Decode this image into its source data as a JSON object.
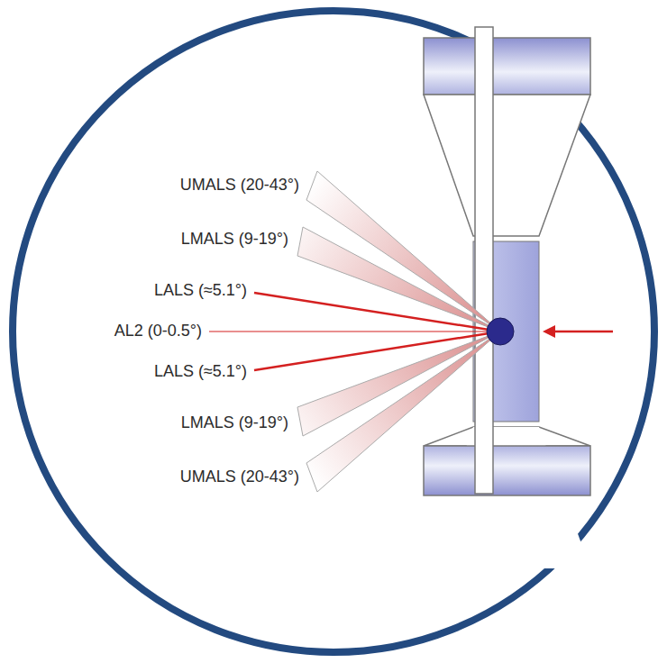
{
  "diagram": {
    "labels": [
      "UMALS (20-43°)",
      "LMALS (9-19°)",
      "LALS (≈5.1°)",
      "AL2 (0-0.5°)",
      "LALS (≈5.1°)",
      "LMALS (9-19°)",
      "UMALS (20-43°)"
    ]
  }
}
